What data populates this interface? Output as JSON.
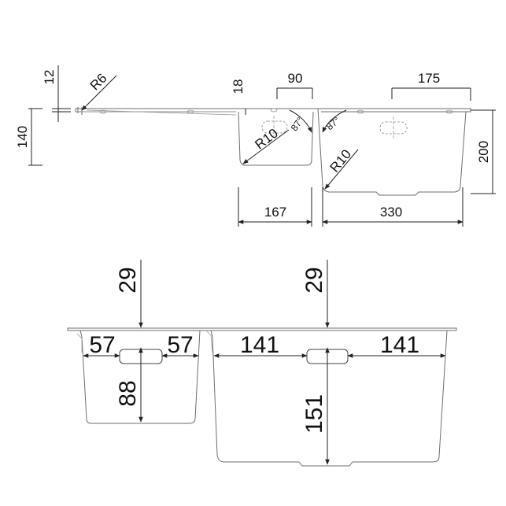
{
  "colors": {
    "outline": "#6e6e6e",
    "dimension": "#222222",
    "background": "#ffffff"
  },
  "side_view": {
    "lip_thickness": "12",
    "corner_radius_lip": "R6",
    "rim_depth": "18",
    "small_bowl_height": "140",
    "large_bowl_height": "200",
    "small_bowl_offset": "90",
    "large_bowl_offset": "175",
    "small_bowl_radius": "R10",
    "large_bowl_radius": "R10",
    "small_bowl_angle": "87°",
    "large_bowl_angle": "87°",
    "small_bowl_width": "167",
    "large_bowl_width": "330"
  },
  "top_view": {
    "small_bowl_top_offset": "29",
    "large_bowl_top_offset": "29",
    "small_bowl_left": "57",
    "small_bowl_right": "57",
    "small_bowl_depth": "88",
    "large_bowl_left": "141",
    "large_bowl_right": "141",
    "large_bowl_depth": "151"
  }
}
